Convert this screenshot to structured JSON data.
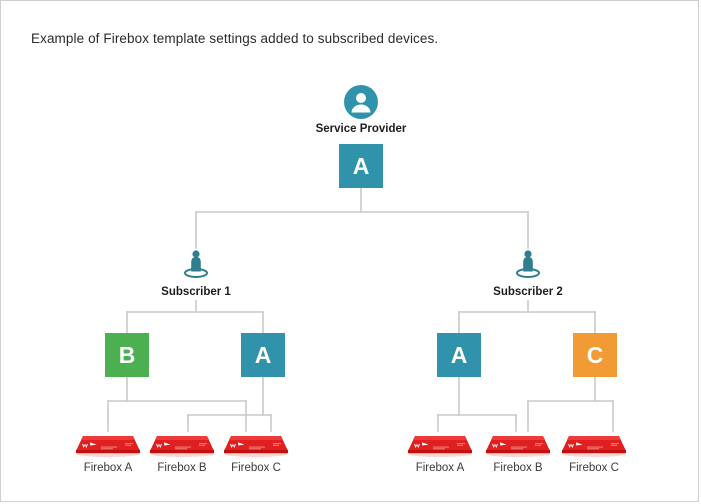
{
  "caption": "Example of Firebox template settings added to subscribed devices.",
  "colors": {
    "teal": "#3093ab",
    "green": "#4caf50",
    "orange": "#f29a33",
    "connector": "#c9c9c9",
    "device_red": "#e02020",
    "border": "#cfcfcf",
    "text": "#2b2b2b"
  },
  "diagram": {
    "service_provider": {
      "label": "Service Provider",
      "icon": "user-circle-icon",
      "template": {
        "letter": "A",
        "color": "teal"
      }
    },
    "subscribers": [
      {
        "label": "Subscriber 1",
        "icon": "user-location-icon",
        "templates": [
          {
            "letter": "B",
            "color": "green"
          },
          {
            "letter": "A",
            "color": "teal"
          }
        ],
        "devices": [
          {
            "label": "Firebox A",
            "icon": "firebox-icon"
          },
          {
            "label": "Firebox B",
            "icon": "firebox-icon"
          },
          {
            "label": "Firebox C",
            "icon": "firebox-icon"
          }
        ]
      },
      {
        "label": "Subscriber 2",
        "icon": "user-location-icon",
        "templates": [
          {
            "letter": "A",
            "color": "teal"
          },
          {
            "letter": "C",
            "color": "orange"
          }
        ],
        "devices": [
          {
            "label": "Firebox A",
            "icon": "firebox-icon"
          },
          {
            "label": "Firebox B",
            "icon": "firebox-icon"
          },
          {
            "label": "Firebox C",
            "icon": "firebox-icon"
          }
        ]
      }
    ]
  }
}
